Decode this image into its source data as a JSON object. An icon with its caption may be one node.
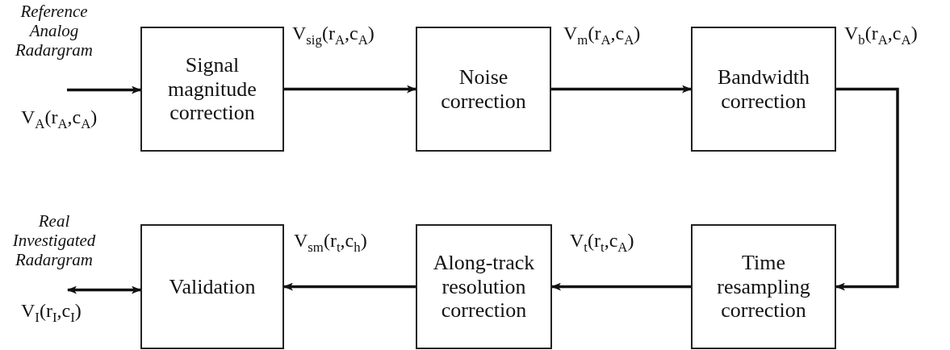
{
  "diagram": {
    "nodes": [
      {
        "text": [
          "Signal magnitude correction"
        ]
      },
      {
        "text": [
          "Noise correction"
        ]
      },
      {
        "text": [
          "Bandwidth correction"
        ]
      },
      {
        "text": [
          "Time resampling correction"
        ]
      },
      {
        "text": [
          "Along-track resolution correction"
        ]
      },
      {
        "text": [
          "Validation"
        ]
      }
    ],
    "edges": [
      {
        "from": null,
        "to": 0,
        "arrow": "to",
        "label": "V$_{A}$(r$_{A}$,c$_{A}$)"
      },
      {
        "from": 0,
        "to": 1,
        "arrow": "to",
        "label": "V$_{sig}$(r$_{A}$,c$_{A}$)"
      },
      {
        "from": 1,
        "to": 2,
        "arrow": "to",
        "label": "V$_{m}$(r$_{A}$,c$_{A}$)"
      },
      {
        "from": 2,
        "to": 3,
        "arrow": "to",
        "label": "V$_{b}$(r$_{A}$,c$_{A}$)"
      },
      {
        "from": 3,
        "to": 4,
        "arrow": "to",
        "label": "V$_{t}$(r$_{t}$,c$_{A}$)"
      },
      {
        "from": 4,
        "to": 5,
        "arrow": "to",
        "label": "V$_{sm}$(r$_{t}$,c$_{h}$)"
      },
      {
        "from": 5,
        "to": null,
        "arrow": "both",
        "label": "V$_{I}$(r$_{I}$,c$_{I}$)"
      }
    ],
    "labels": [
      "Reference Analog Radargram",
      "Real Investigated Radargram"
    ]
  }
}
